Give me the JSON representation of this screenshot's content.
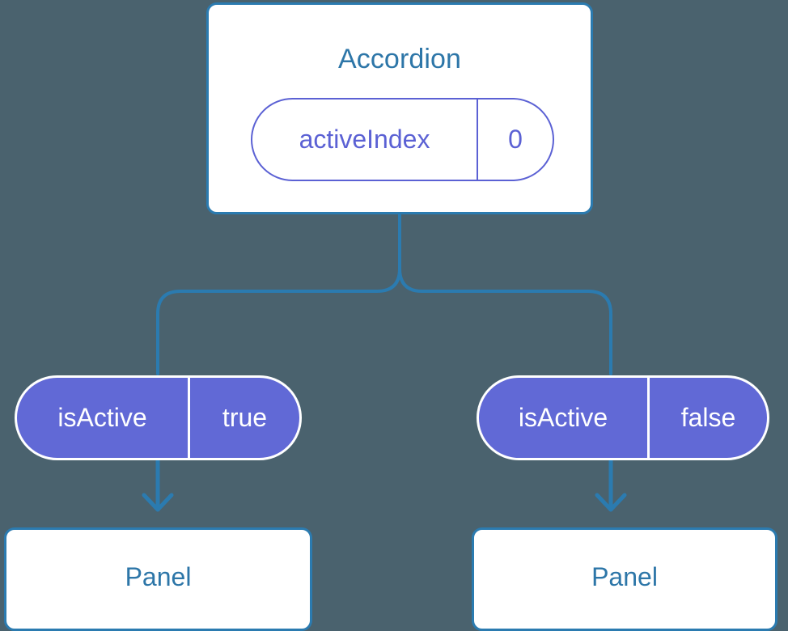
{
  "diagram": {
    "type": "component-tree",
    "background_color": "#4a626e",
    "accent_blue": "#2b7bb0",
    "text_blue": "#2d76a8",
    "prop_purple": "#5b61d4",
    "prop_purple_fill": "#6169d6",
    "node_white": "#ffffff"
  },
  "root": {
    "title": "Accordion",
    "prop": {
      "key": "activeIndex",
      "value": "0"
    }
  },
  "children": [
    {
      "prop": {
        "key": "isActive",
        "value": "true"
      },
      "panel": {
        "title": "Panel"
      }
    },
    {
      "prop": {
        "key": "isActive",
        "value": "false"
      },
      "panel": {
        "title": "Panel"
      }
    }
  ],
  "connectors": {
    "root_to_branch": "vertical-then-split",
    "left_arrow": "arrow-down-icon",
    "right_arrow": "arrow-down-icon"
  }
}
